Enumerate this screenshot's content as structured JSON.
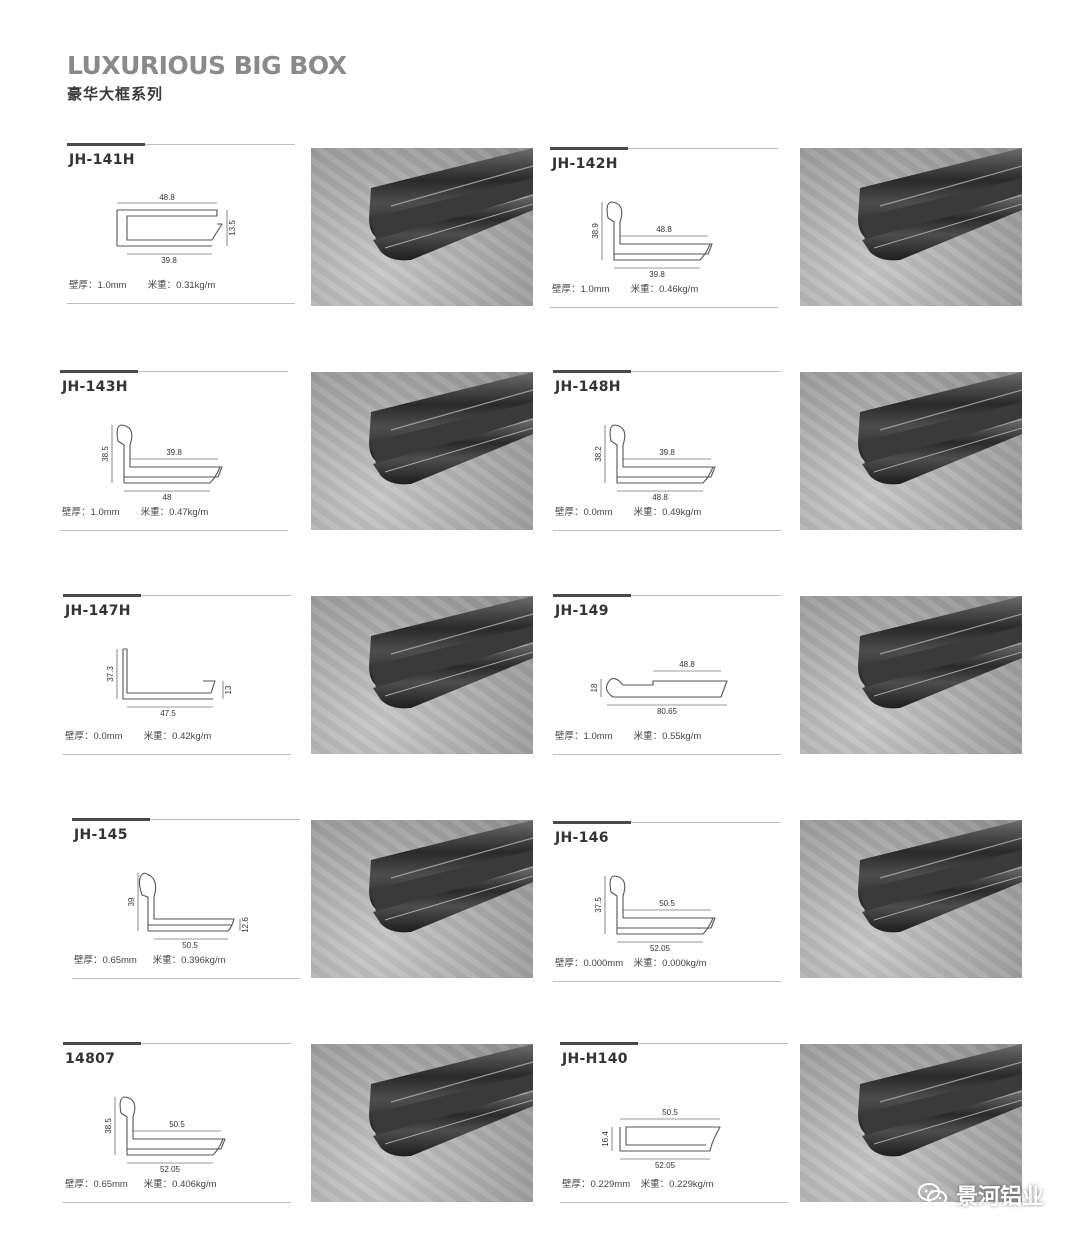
{
  "header": {
    "title_en": "LUXURIOUS BIG BOX",
    "title_cn": "豪华大框系列"
  },
  "labels": {
    "thickness": "壁厚：",
    "weight": "米重："
  },
  "products": [
    {
      "code": "JH-141H",
      "thickness": "1.0mm",
      "weight": "0.31kg/m",
      "shape": "a",
      "dims": [
        "48.8",
        "39.8",
        "13.5"
      ]
    },
    {
      "code": "JH-142H",
      "thickness": "1.0mm",
      "weight": "0.46kg/m",
      "shape": "b",
      "dims": [
        "38.9",
        "48.8",
        "39.8"
      ]
    },
    {
      "code": "JH-143H",
      "thickness": "1.0mm",
      "weight": "0.47kg/m",
      "shape": "b",
      "dims": [
        "38.5",
        "39.8",
        "48"
      ]
    },
    {
      "code": "JH-148H",
      "thickness": "0.0mm",
      "weight": "0.49kg/m",
      "shape": "b",
      "dims": [
        "38.2",
        "39.8",
        "48.8"
      ]
    },
    {
      "code": "JH-147H",
      "thickness": "0.0mm",
      "weight": "0.42kg/m",
      "shape": "c",
      "dims": [
        "37.3",
        "47.5",
        "13"
      ]
    },
    {
      "code": "JH-149",
      "thickness": "1.0mm",
      "weight": "0.55kg/m",
      "shape": "d",
      "dims": [
        "18",
        "48.8",
        "80.65"
      ]
    },
    {
      "code": "JH-145",
      "thickness": "0.65mm",
      "weight": "0.396kg/m",
      "shape": "e",
      "dims": [
        "39",
        "50.5",
        "12.6"
      ]
    },
    {
      "code": "JH-146",
      "thickness": "0.000mm",
      "weight": "0.000kg/m",
      "shape": "b",
      "dims": [
        "37.5",
        "50.5",
        "52.05"
      ]
    },
    {
      "code": "14807",
      "thickness": "0.65mm",
      "weight": "0.406kg/m",
      "shape": "b",
      "dims": [
        "38.5",
        "50.5",
        "52.05"
      ]
    },
    {
      "code": "JH-H140",
      "thickness": "0.229mm",
      "weight": "0.229kg/m",
      "shape": "f",
      "dims": [
        "16.4",
        "50.5",
        "52.05"
      ]
    }
  ],
  "watermark": {
    "icon": "wechat-icon",
    "text": "景河铝业"
  }
}
